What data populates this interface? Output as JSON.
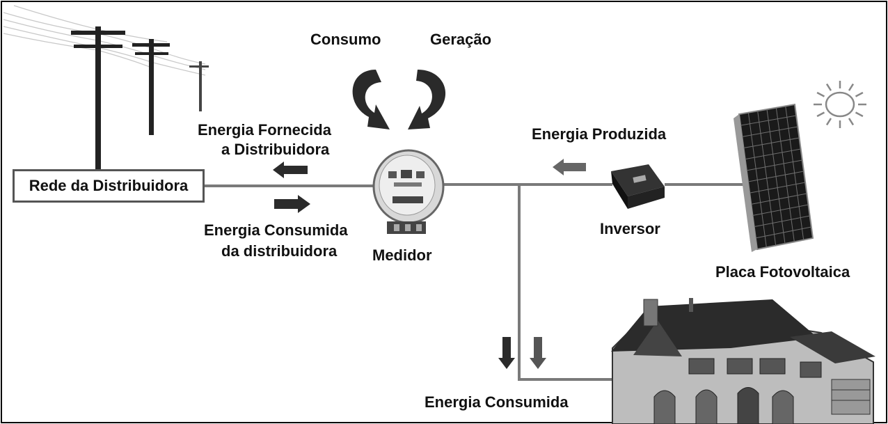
{
  "labels": {
    "consumo": "Consumo",
    "geracao": "Geração",
    "rede": "Rede da Distribuidora",
    "fornecida_l1": "Energia Fornecida",
    "fornecida_l2": "a Distribuidora",
    "consumida_dist_l1": "Energia Consumida",
    "consumida_dist_l2": "da distribuidora",
    "medidor": "Medidor",
    "energia_produzida": "Energia Produzida",
    "inversor": "Inversor",
    "placa": "Placa Fotovoltaica",
    "energia_consumida": "Energia Consumida"
  },
  "icons": [
    "power-poles-icon",
    "electric-meter-icon",
    "inverter-icon",
    "solar-panel-icon",
    "sun-icon",
    "house-icon",
    "cycle-arrows-icon",
    "flow-arrow-icon"
  ],
  "colors": {
    "line": "#7a7a7a",
    "arrow": "#333333",
    "frame": "#000000"
  }
}
